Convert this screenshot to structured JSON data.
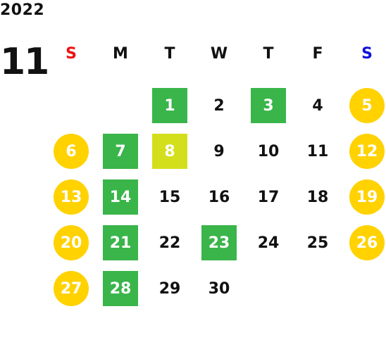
{
  "calendar": {
    "year": "2022",
    "month": "11",
    "weekdays": [
      {
        "label": "S",
        "color": "#ee1111"
      },
      {
        "label": "M",
        "color": "#111111"
      },
      {
        "label": "T",
        "color": "#111111"
      },
      {
        "label": "W",
        "color": "#111111"
      },
      {
        "label": "T",
        "color": "#111111"
      },
      {
        "label": "F",
        "color": "#111111"
      },
      {
        "label": "S",
        "color": "#1111dd"
      }
    ],
    "first_weekday_index": 2,
    "days": [
      {
        "day": "1",
        "mark": "green"
      },
      {
        "day": "2",
        "mark": "none"
      },
      {
        "day": "3",
        "mark": "green"
      },
      {
        "day": "4",
        "mark": "none"
      },
      {
        "day": "5",
        "mark": "holiday"
      },
      {
        "day": "6",
        "mark": "holiday"
      },
      {
        "day": "7",
        "mark": "green"
      },
      {
        "day": "8",
        "mark": "lime"
      },
      {
        "day": "9",
        "mark": "none"
      },
      {
        "day": "10",
        "mark": "none"
      },
      {
        "day": "11",
        "mark": "none"
      },
      {
        "day": "12",
        "mark": "holiday"
      },
      {
        "day": "13",
        "mark": "holiday"
      },
      {
        "day": "14",
        "mark": "green"
      },
      {
        "day": "15",
        "mark": "none"
      },
      {
        "day": "16",
        "mark": "none"
      },
      {
        "day": "17",
        "mark": "none"
      },
      {
        "day": "18",
        "mark": "none"
      },
      {
        "day": "19",
        "mark": "holiday"
      },
      {
        "day": "20",
        "mark": "holiday"
      },
      {
        "day": "21",
        "mark": "green"
      },
      {
        "day": "22",
        "mark": "none"
      },
      {
        "day": "23",
        "mark": "green"
      },
      {
        "day": "24",
        "mark": "none"
      },
      {
        "day": "25",
        "mark": "none"
      },
      {
        "day": "26",
        "mark": "holiday"
      },
      {
        "day": "27",
        "mark": "holiday"
      },
      {
        "day": "28",
        "mark": "green"
      },
      {
        "day": "29",
        "mark": "none"
      },
      {
        "day": "30",
        "mark": "none"
      }
    ],
    "colors": {
      "holiday": "#ffd200",
      "green": "#3ab54a",
      "lime": "#d4df1c",
      "text": "#111111",
      "marked_text": "#ffffff"
    }
  }
}
